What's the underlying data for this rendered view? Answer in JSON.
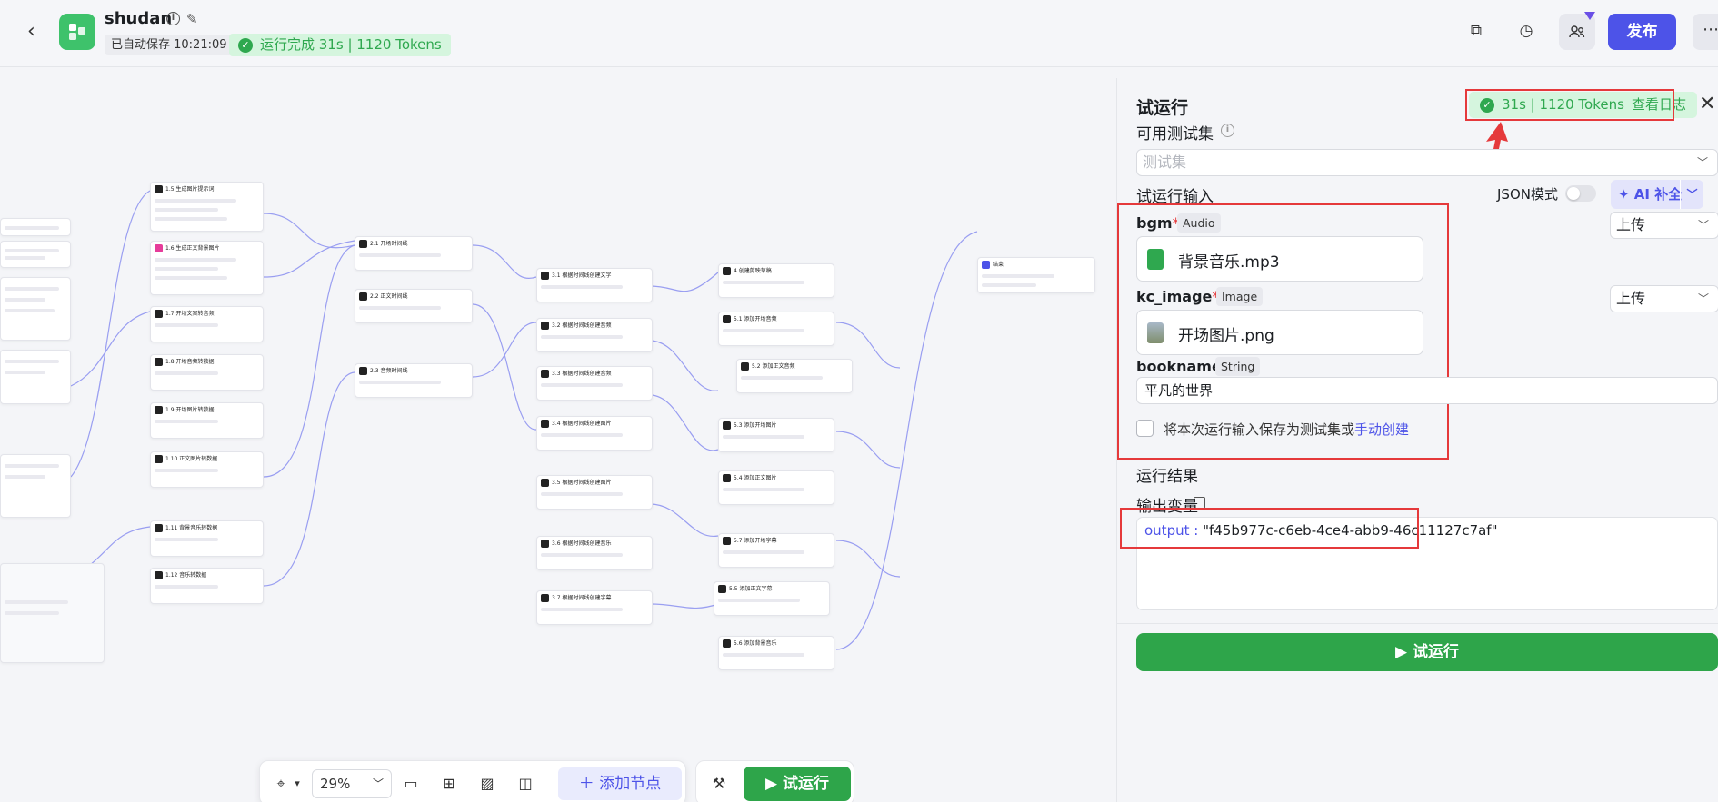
{
  "header": {
    "app_name": "shudan",
    "autosave": "已自动保存 10:21:09",
    "run_status": "运行完成 31s | 1120 Tokens",
    "publish_label": "发布"
  },
  "toolbar": {
    "zoom": "29%",
    "add_node_label": "添加节点",
    "run_label": "试运行"
  },
  "panel": {
    "title": "试运行",
    "status": "31s | 1120 Tokens",
    "view_log": "查看日志",
    "testset_label": "可用测试集",
    "testset_placeholder": "测试集",
    "input_label": "试运行输入",
    "json_mode": "JSON模式",
    "ai_fill": "AI 补全",
    "fields": [
      {
        "name": "bgm",
        "required": "*",
        "type": "Audio",
        "value": "背景音乐.mp3",
        "mode": "上传"
      },
      {
        "name": "kc_image",
        "required": "*",
        "type": "Image",
        "value": "开场图片.png",
        "mode": "上传"
      },
      {
        "name": "bookname",
        "required": "",
        "type": "String",
        "value": "平凡的世界"
      }
    ],
    "save_text": "将本次运行输入保存为测试集或",
    "save_link": "手动创建",
    "result_label": "运行结果",
    "output_label": "输出变量",
    "output_key": "output :",
    "output_value": "\"f45b977c-c6eb-4ce4-abb9-46c11127c7af\"",
    "run_button": "试运行"
  },
  "colors": {
    "accent": "#4d53e8",
    "success": "#2fa84f",
    "highlight": "#e5393b"
  }
}
